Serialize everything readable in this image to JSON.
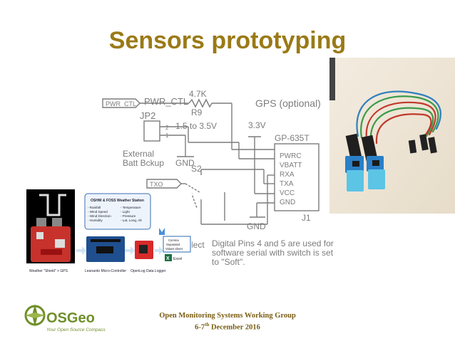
{
  "slide": {
    "title": "Sensors prototyping",
    "footer_line1": "Open Monitoring Systems Working Group",
    "footer_day": "6-7",
    "footer_sup": "th",
    "footer_rest": " December 2016"
  },
  "schematic": {
    "pwr_ctl_tag": "PWR_CTL",
    "pwr_ctl_label": "PWR_CTL",
    "r_value": "4.7K",
    "r_name": "R9",
    "gps_label": "GPS (optional)",
    "jp2": "JP2",
    "pin2": "2",
    "pin1": "1",
    "voltage_range": "1.5 to 3.5V",
    "v33": "3.3V",
    "part": "GP-635T",
    "ext_line1": "External",
    "ext_line2": "Batt Bckup",
    "gnd_left": "GND",
    "s2": "S2",
    "txo_tag": "TXO",
    "pins": [
      "PWRC",
      "VBATT",
      "RXA",
      "TXA",
      "VCC",
      "GND"
    ],
    "j1": "J1",
    "gnd_bottom": "GND",
    "select_fragment": "lect",
    "note_line1": "Digital Pins 4 and 5 are used for",
    "note_line2": "software serial with switch is set",
    "note_line3": "to \"Soft\"."
  },
  "diagram": {
    "box_title": "OSHW & FOSS Weather Station",
    "col1": [
      "- Rainfall",
      "- Wind Speed",
      "- Wind Direction",
      "- Humidity"
    ],
    "col2": [
      "- Temperature",
      "- Light",
      "- Pressure",
      "- Lat, Long, Alt"
    ],
    "csv_line1": "Comma",
    "csv_line2": "Separated",
    "csv_line3": "Values sheet",
    "excel": "Excel",
    "caption1": "Weather \"Shield\" + GPS",
    "caption2": "Leanardo Micro-Controller",
    "caption3": "OpenLog Data Logger"
  },
  "logo": {
    "name_os": "OSGeo",
    "tagline": "Your Open Source Compass"
  },
  "colors": {
    "title": "#9a7a16",
    "schematic_line": "#7c7c7c",
    "wire_red": "#c0392b",
    "logo_green": "#6f8f2a"
  }
}
